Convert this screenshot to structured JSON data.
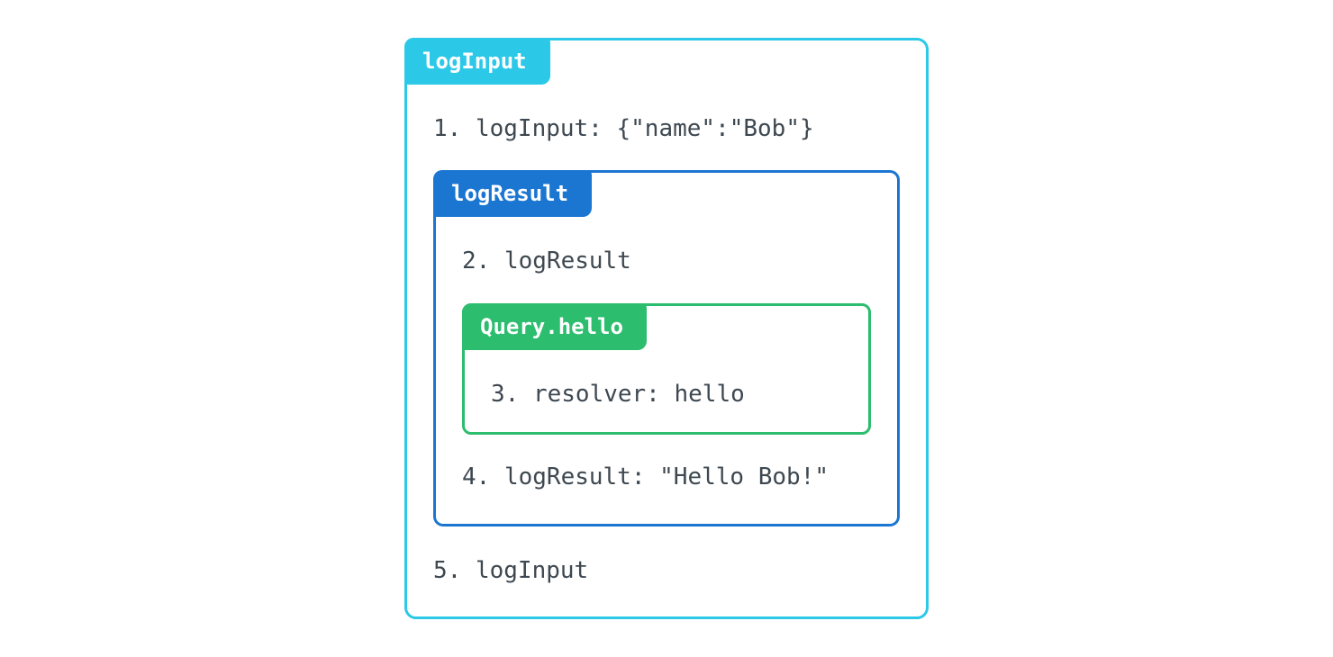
{
  "diagram": {
    "outer": {
      "label": "logInput",
      "color": "#2cc8e8"
    },
    "middle": {
      "label": "logResult",
      "color": "#1b76d2"
    },
    "inner": {
      "label": "Query.hello",
      "color": "#2dbd6e"
    },
    "steps": {
      "step1": "1. logInput: {\"name\":\"Bob\"}",
      "step2": "2. logResult",
      "step3": "3. resolver: hello",
      "step4": "4. logResult: \"Hello Bob!\"",
      "step5": "5. logInput"
    },
    "text_color": "#3e4850"
  }
}
